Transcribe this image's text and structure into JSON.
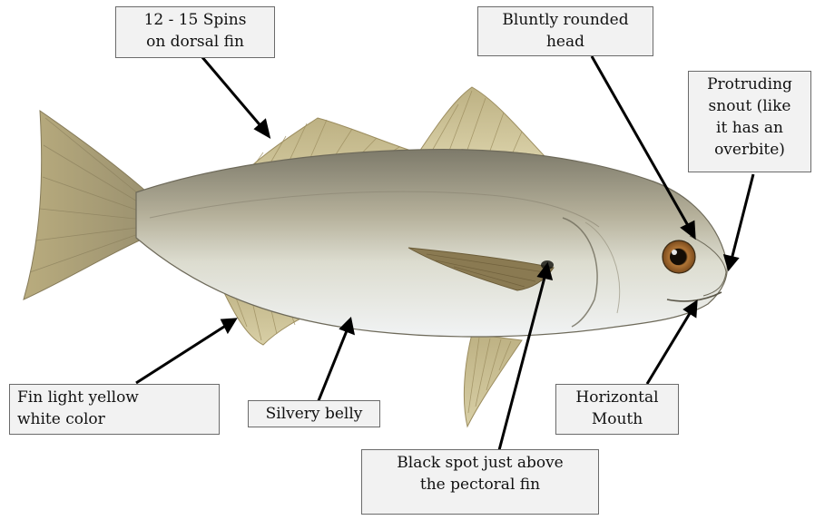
{
  "labels": {
    "dorsal_spines": "12 - 15 Spins\non dorsal fin",
    "head": "Bluntly rounded\nhead",
    "snout": "Protruding\nsnout (like\nit has an\noverbite)",
    "fin_color": "Fin light yellow\nwhite color",
    "belly": "Silvery belly",
    "mouth": "Horizontal\nMouth",
    "black_spot": "Black spot just above\nthe pectoral fin"
  },
  "colors": {
    "body_top": "#8e8a78",
    "body_mid": "#c9c4ad",
    "belly": "#eef1f2",
    "fin": "#c6b98a",
    "fin_dark": "#8f7f52",
    "eye_iris": "#a9702e",
    "arrow": "#000000"
  }
}
